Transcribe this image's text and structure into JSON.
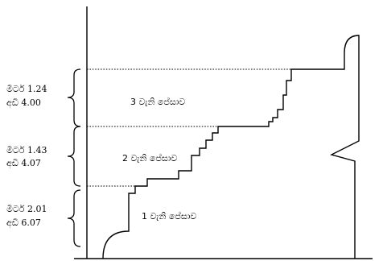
{
  "dimensions": [
    {
      "meters": "මීටර් 1.24",
      "feet": "අඩි 4.00"
    },
    {
      "meters": "මීටර් 1.43",
      "feet": "අඩි 4.07"
    },
    {
      "meters": "මීටර් 2.01",
      "feet": "අඩි 6.07"
    }
  ],
  "zones": [
    {
      "label": "3 වැනි පේසාව"
    },
    {
      "label": "2 වැනි පේසාව"
    },
    {
      "label": "1 වැනි පේසාව"
    }
  ],
  "colors": {
    "line": "#000000",
    "background": "#ffffff"
  }
}
